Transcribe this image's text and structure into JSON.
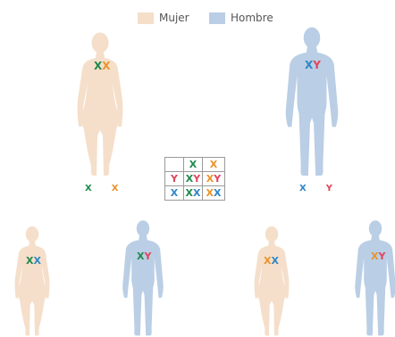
{
  "legend": {
    "female": {
      "label": "Mujer",
      "color": "#f5dfca"
    },
    "male": {
      "label": "Hombre",
      "color": "#bacee5"
    }
  },
  "colors": {
    "x_green": "#1e8a4c",
    "x_orange": "#e8932a",
    "x_blue": "#2f86c8",
    "y_red": "#e0455b"
  },
  "parents": {
    "mother": {
      "chromosomes": [
        "X",
        "X"
      ],
      "alleles": [
        "X",
        "X"
      ]
    },
    "father": {
      "chromosomes": [
        "X",
        "Y"
      ],
      "alleles": [
        "X",
        "Y"
      ]
    }
  },
  "punnett": {
    "col_headers": [
      "X",
      "X"
    ],
    "rows": [
      {
        "header": "Y",
        "cells": [
          [
            "X",
            "Y"
          ],
          [
            "X",
            "Y"
          ]
        ]
      },
      {
        "header": "X",
        "cells": [
          [
            "X",
            "X"
          ],
          [
            "X",
            "X"
          ]
        ]
      }
    ]
  },
  "children": [
    {
      "sex": "female",
      "chromosomes": [
        "X",
        "X"
      ]
    },
    {
      "sex": "male",
      "chromosomes": [
        "X",
        "Y"
      ]
    },
    {
      "sex": "female",
      "chromosomes": [
        "X",
        "X"
      ]
    },
    {
      "sex": "male",
      "chromosomes": [
        "X",
        "Y"
      ]
    }
  ]
}
